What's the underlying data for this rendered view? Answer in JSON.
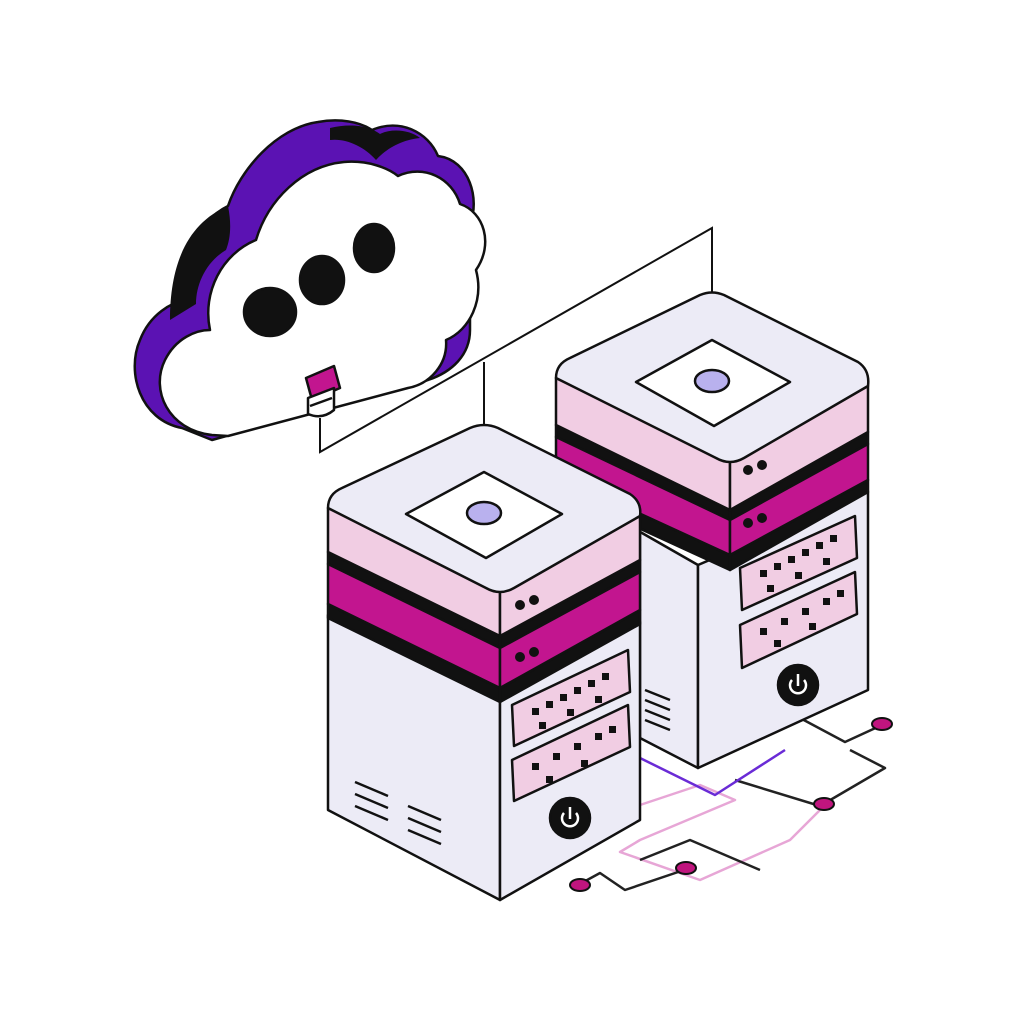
{
  "palette": {
    "outline": "#111111",
    "cloud_purple": "#5b12b3",
    "magenta": "#c2158f",
    "pink_light": "#f1cde3",
    "lavender": "#ecebf6",
    "white": "#ffffff",
    "node_violet": "#b9b1ee",
    "trace_purple": "#6a2bd6",
    "trace_pink": "#e7a6d6",
    "trace_dark": "#222222",
    "node_magenta": "#c0157e"
  },
  "icons": {
    "cloud": "cloud-icon",
    "server": "server-icon",
    "power": "power-icon",
    "connector": "connector-plug-icon"
  },
  "cloud": {
    "dots": 3
  },
  "servers": [
    {
      "id": "front",
      "led_pairs": 2,
      "panels": 2,
      "vents": 6
    },
    {
      "id": "back",
      "led_pairs": 2,
      "panels": 2,
      "vents": 4
    }
  ]
}
